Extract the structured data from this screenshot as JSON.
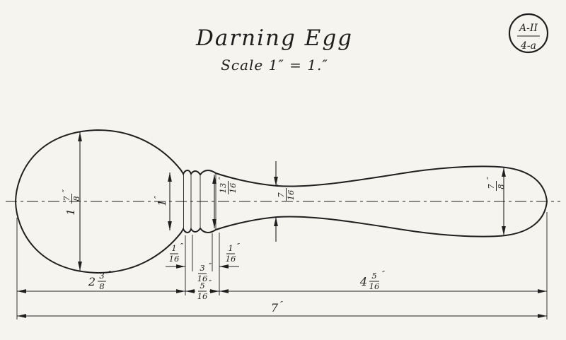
{
  "header": {
    "title": "Darning Egg",
    "scale": "Scale 1″ = 1.″"
  },
  "badge": {
    "top": "A-II",
    "bottom": "4-a"
  },
  "dims": {
    "egg_height": {
      "whole": "1",
      "num": "7",
      "den": "8",
      "unit": "″"
    },
    "neck": {
      "whole": "1",
      "unit": "″"
    },
    "collar_large": {
      "num": "13",
      "den": "16",
      "unit": "″"
    },
    "waist": {
      "num": "7",
      "den": "16",
      "unit": "″"
    },
    "tip": {
      "num": "7",
      "den": "8",
      "unit": "″"
    },
    "gap_left": {
      "num": "1",
      "den": "16",
      "unit": "″"
    },
    "bead": {
      "num": "3",
      "den": "16",
      "unit": "″"
    },
    "gap_right": {
      "num": "1",
      "den": "16",
      "unit": "″"
    },
    "collar_total": {
      "num": "5",
      "den": "16",
      "unit": "″"
    },
    "head_len": {
      "whole": "2",
      "num": "3",
      "den": "8",
      "unit": "″"
    },
    "handle_len": {
      "whole": "4",
      "num": "5",
      "den": "16",
      "unit": "″"
    },
    "overall": {
      "whole": "7",
      "unit": "″"
    }
  },
  "colors": {
    "ink": "#1f1f1f",
    "paper": "#f6f4ef"
  }
}
